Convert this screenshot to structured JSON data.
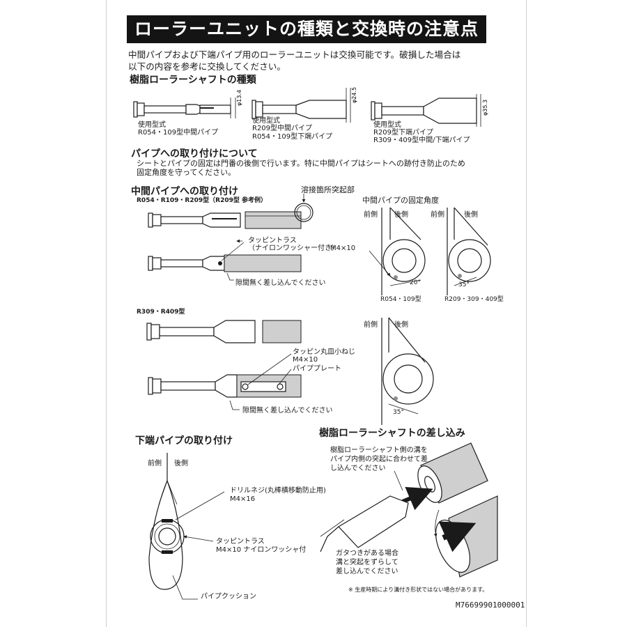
{
  "title": "ローラーユニットの種類と交換時の注意点",
  "intro": {
    "line1": "中間パイプおよび下端パイプ用のローラーユニットは交換可能です。破損した場合は",
    "line2": "以下の内容を参考に交換してください。"
  },
  "shaft_types": {
    "heading": "樹脂ローラーシャフトの種類",
    "items": [
      {
        "dimension": "φ13.4",
        "label": "使用型式",
        "models": [
          "R054・109型中間パイプ"
        ]
      },
      {
        "dimension": "φ24.5",
        "label": "使用型式",
        "models": [
          "R209型中間パイプ",
          "R054・109型下端パイプ"
        ]
      },
      {
        "dimension": "φ35.3",
        "label": "使用型式",
        "models": [
          "R209型下端パイプ",
          "R309・409型中間/下端パイプ"
        ]
      }
    ]
  },
  "pipe_mounting": {
    "heading": "パイプへの取り付けについて",
    "line1": "シートとパイプの固定は門番の後側で行います。特に中間パイプはシートへの跡付き防止のため",
    "line2": "固定角度を守ってください。"
  },
  "middle_pipe": {
    "heading": "中間パイプへの取り付け",
    "subheading": "R054・R109・R209型（R209型 参考例）",
    "weld_label": "溶接箇所突起部",
    "screw_label_1": "タッピントラス",
    "screw_label_2": "（ナイロンワッシャー付き）",
    "screw_size": "M4×10",
    "gap_note": "隙間無く差し込んでください",
    "angle_heading": "中間パイプの固定角度",
    "front": "前側",
    "back": "後側",
    "angle_a": "20°",
    "angle_b": "35°",
    "angle_c": "35°",
    "model_a": "R054・109型",
    "model_b": "R209・309・409型",
    "sub2": "R309・R409型",
    "screw2_label": "タッピン丸皿小ねじ",
    "screw2_size": "M4×10",
    "plate_label": "パイププレート",
    "gap_note2": "隙間無く差し込んでください"
  },
  "bottom_pipe": {
    "heading": "下端パイプの取り付け",
    "front": "前側",
    "back": "後側",
    "drill_label": "ドリルネジ(丸棒横移動防止用)",
    "drill_size": "M4×16",
    "truss_label": "タッピントラス",
    "truss_size": "M4×10 ナイロンワッシャ付",
    "cushion": "パイプクッション"
  },
  "insertion": {
    "heading": "樹脂ローラーシャフトの差し込み",
    "note1": "樹脂ローラーシャフト側の溝を",
    "note2": "パイプ内側の突起に合わせて差",
    "note3": "し込んでください",
    "note4": "ガタつきがある場合",
    "note5": "溝と突起をずらして",
    "note6": "差し込んでください",
    "footnote": "※ 生産時期により溝付き形状ではない場合があります。"
  },
  "doc_code": "M76699901000001"
}
